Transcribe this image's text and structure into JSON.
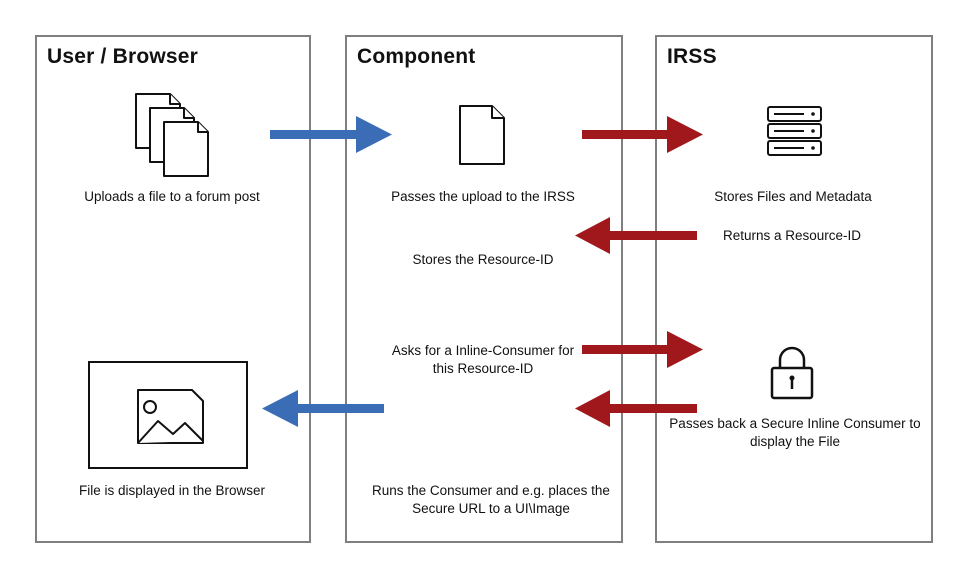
{
  "panels": {
    "user": {
      "title": "User / Browser"
    },
    "component": {
      "title": "Component"
    },
    "irss": {
      "title": "IRSS"
    }
  },
  "labels": {
    "uploads": "Uploads a file to a forum post",
    "passes_upload": "Passes the upload to the IRSS",
    "stores_files": "Stores Files and Metadata",
    "returns_id": "Returns a Resource-ID",
    "stores_id": "Stores the Resource-ID",
    "asks_line1": "Asks for a Inline-Consumer for",
    "asks_line2": "this Resource-ID",
    "passes_back_line1": "Passes back a Secure Inline Consumer to",
    "passes_back_line2": "display the File",
    "displayed": "File is displayed in the Browser",
    "runs_line1": "Runs the Consumer and e.g. places the",
    "runs_line2": "Secure URL to a UI\\Image"
  },
  "colors": {
    "blue_arrow": "#3a6db5",
    "red_arrow": "#a0181c",
    "border": "#7f7f7f"
  },
  "icons": [
    "documents-icon",
    "document-icon",
    "server-icon",
    "lock-icon",
    "image-icon"
  ]
}
